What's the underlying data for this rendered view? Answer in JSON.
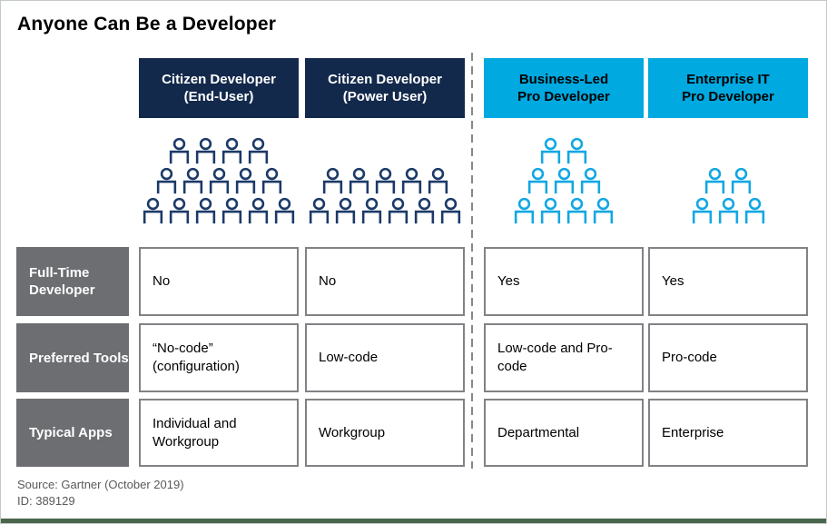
{
  "title": "Anyone Can Be a Developer",
  "colors": {
    "navy": "#13294c",
    "navy_icon": "#1c3a68",
    "cyan": "#00a9e0",
    "cyan_icon": "#13a7e2",
    "row_label_bg": "#6d6e71",
    "cell_border": "#808285",
    "divider": "#85888b",
    "footer_text": "#58595b",
    "bottom_bar": "#4a664e"
  },
  "columns": [
    {
      "id": "citizen-developer-end-user",
      "label_lines": [
        "Citizen Developer",
        "(End-User)"
      ],
      "header_style": "navy",
      "people_color": "navy_icon",
      "people_rows": [
        4,
        5,
        6
      ]
    },
    {
      "id": "citizen-developer-power-user",
      "label_lines": [
        "Citizen Developer",
        "(Power User)"
      ],
      "header_style": "navy",
      "people_color": "navy_icon",
      "people_rows": [
        5,
        6
      ]
    },
    {
      "id": "business-led-pro-developer",
      "label_lines": [
        "Business-Led",
        "Pro Developer"
      ],
      "header_style": "cyan",
      "people_color": "cyan_icon",
      "people_rows": [
        2,
        3,
        4
      ]
    },
    {
      "id": "enterprise-it-pro-developer",
      "label_lines": [
        "Enterprise IT",
        "Pro Developer"
      ],
      "header_style": "cyan",
      "people_color": "cyan_icon",
      "people_rows": [
        2,
        3
      ]
    }
  ],
  "rows": [
    {
      "id": "full-time-developer",
      "label": "Full-Time Developer",
      "values": [
        "No",
        "No",
        "Yes",
        "Yes"
      ]
    },
    {
      "id": "preferred-tools",
      "label": "Preferred Tools",
      "values": [
        "“No-code” (configuration)",
        "Low-code",
        "Low-code and Pro-code",
        "Pro-code"
      ]
    },
    {
      "id": "typical-apps",
      "label": "Typical Apps",
      "values": [
        "Individual and Workgroup",
        "Workgroup",
        "Departmental",
        "Enterprise"
      ]
    }
  ],
  "footer": {
    "source": "Source: Gartner (October 2019)",
    "id": "ID: 389129"
  }
}
